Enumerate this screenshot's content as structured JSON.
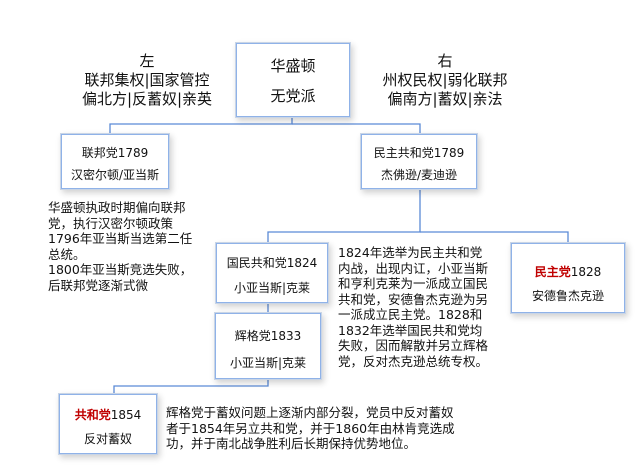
{
  "colors": {
    "line": "#5b8ad6",
    "node_border": "#8fb2e8",
    "accent_red": "#c00000"
  },
  "root": {
    "title": "华盛顿",
    "subtitle": "无党派"
  },
  "left_side": {
    "heading": "左",
    "line1": "联邦集权|国家管控",
    "line2": "偏北方|反蓄奴|亲英"
  },
  "right_side": {
    "heading": "右",
    "line1": "州权民权|弱化联邦",
    "line2": "偏南方|蓄奴|亲法"
  },
  "federalist": {
    "name": "联邦党1789",
    "leaders": "汉密尔顿/亚当斯"
  },
  "dem_rep": {
    "name": "民主共和党1789",
    "leaders": "杰佛逊/麦迪逊"
  },
  "nat_rep": {
    "name": "国民共和党1824",
    "leaders": "小亚当斯|克莱"
  },
  "democratic": {
    "name_red": "民主党",
    "name_year": "1828",
    "leaders": "安德鲁杰克逊"
  },
  "whig": {
    "name": "辉格党1833",
    "leaders": "小亚当斯|克莱"
  },
  "republican": {
    "name_red": "共和党",
    "name_year": "1854",
    "leaders": "反对蓄奴"
  },
  "notes": {
    "federalist": [
      "华盛顿执政时期偏向联邦",
      "党，执行汉密尔顿政策",
      "1796年亚当斯当选第二任",
      "总统。",
      "1800年亚当斯竞选失败，",
      "后联邦党逐渐式微"
    ],
    "split": [
      "1824年选举为民主共和党",
      "内战，出现内讧，小亚当斯",
      "和亨利克莱为一派成立国民",
      "共和党，安德鲁杰克逊为另",
      "一派成立民主党。1828和",
      "1832年选举国民共和党均",
      "失败，因而解散并另立辉格",
      "党，反对杰克逊总统专权。"
    ],
    "whig": [
      "辉格党于蓄奴问题上逐渐内部分裂，党员中反对蓄奴",
      "者于1854年另立共和党，并于1860年由林肯竞选成",
      "功，并于南北战争胜利后长期保持优势地位。"
    ]
  }
}
